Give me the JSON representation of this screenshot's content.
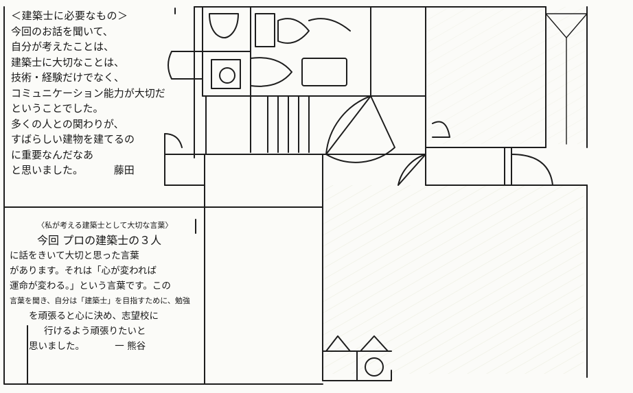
{
  "note_fujita": {
    "title": "＜建築士に必要なもの＞",
    "lines": [
      "今回のお話を聞いて、",
      "自分が考えたことは、",
      "建築士に大切なことは、",
      "技術・経験だけでなく、",
      "コミュニケーション能力が大切だ",
      "ということでした。",
      "多くの人との関わりが、",
      "すばらしい建物を建てるの",
      "に重要なんだなあ",
      "と思いました。"
    ],
    "signature": "藤田"
  },
  "note_kumagai": {
    "title": "〈私が考える建築士として大切な言葉〉",
    "lines": [
      "今回 プロの建築士の３人",
      "に話をきいて大切と思った言葉",
      "があります。それは「心が変われば",
      "運命が変わる。」という言葉です。この",
      "言葉を聞き、自分は「建築士」を目指すために、勉強",
      "を頑張ると心に決め、志望校に",
      "行けるよう頑張りたいと"
    ],
    "last_line": "思いました。",
    "signature": "一 熊谷"
  },
  "colors": {
    "ink": "#1d1d1d",
    "paper": "#fbfbf8",
    "pencil_shading": "#d9dcc7"
  }
}
